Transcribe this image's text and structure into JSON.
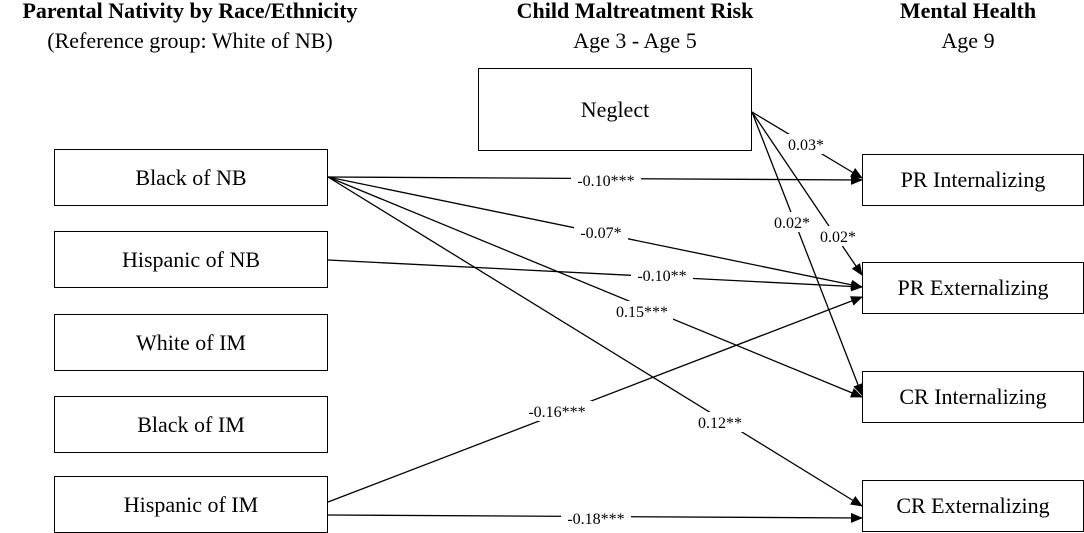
{
  "headers": {
    "left": {
      "title": "Parental Nativity by Race/Ethnicity",
      "subtitle": "(Reference group: White of NB)"
    },
    "middle": {
      "title": "Child Maltreatment Risk",
      "subtitle": "Age 3 - Age 5"
    },
    "right": {
      "title": "Mental Health",
      "subtitle": "Age 9"
    }
  },
  "nodes": {
    "neglect": "Neglect",
    "black_nb": "Black of NB",
    "hispanic_nb": "Hispanic of NB",
    "white_im": "White of IM",
    "black_im": "Black of IM",
    "hispanic_im": "Hispanic of IM",
    "pr_int": "PR Internalizing",
    "pr_ext": "PR Externalizing",
    "cr_int": "CR Internalizing",
    "cr_ext": "CR Externalizing"
  },
  "paths": [
    {
      "id": "bnb-print",
      "from": "black_nb",
      "to": "pr_int",
      "coef": "-0.10***"
    },
    {
      "id": "bnb-prext",
      "from": "black_nb",
      "to": "pr_ext",
      "coef": "-0.07*"
    },
    {
      "id": "bnb-crint",
      "from": "black_nb",
      "to": "cr_int",
      "coef": "0.15***"
    },
    {
      "id": "bnb-crext",
      "from": "black_nb",
      "to": "cr_ext",
      "coef": "0.12**"
    },
    {
      "id": "hnb-prext",
      "from": "hispanic_nb",
      "to": "pr_ext",
      "coef": "-0.10**"
    },
    {
      "id": "him-prext",
      "from": "hispanic_im",
      "to": "pr_ext",
      "coef": "-0.16***"
    },
    {
      "id": "him-crext",
      "from": "hispanic_im",
      "to": "cr_ext",
      "coef": "-0.18***"
    },
    {
      "id": "neg-print",
      "from": "neglect",
      "to": "pr_int",
      "coef": "0.03*"
    },
    {
      "id": "neg-prext",
      "from": "neglect",
      "to": "pr_ext",
      "coef": "0.02*"
    },
    {
      "id": "neg-crint",
      "from": "neglect",
      "to": "cr_int",
      "coef": "0.02*"
    }
  ]
}
